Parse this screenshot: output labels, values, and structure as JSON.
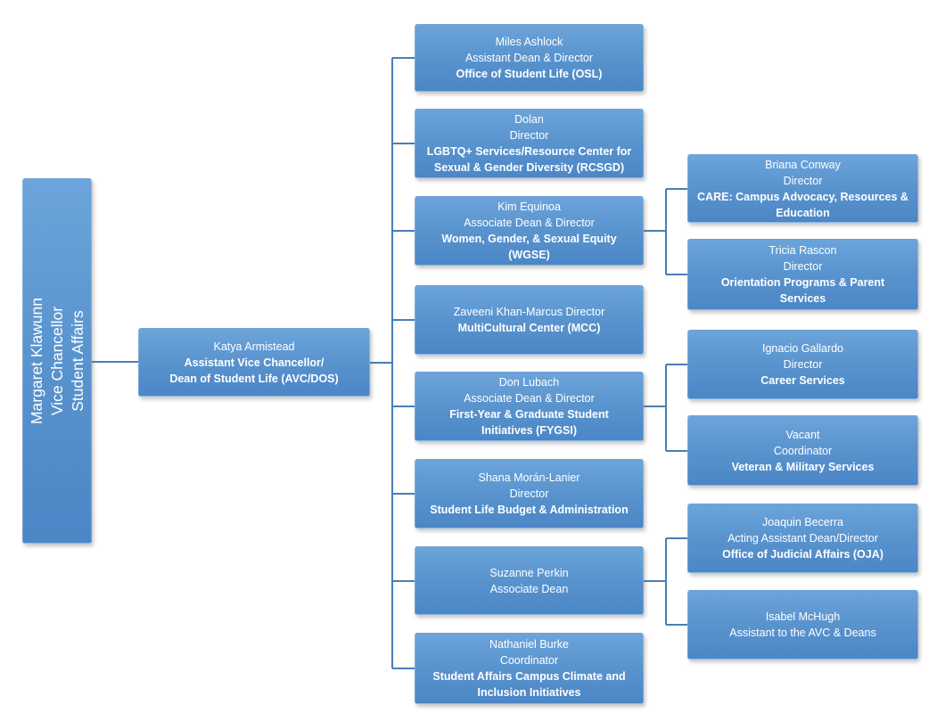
{
  "palette": {
    "background": "#ffffff",
    "box_gradient_top": "#6CA4DB",
    "box_gradient_bottom": "#4B86C6",
    "box_text": "#ffffff",
    "connector_line": "#4A7EB5"
  },
  "boxes": [
    {
      "id": "margaret",
      "lines": [
        {
          "text": "Margaret Klawunn",
          "bold": false
        },
        {
          "text": "Vice Chancellor",
          "bold": false
        },
        {
          "text": "Student Affairs",
          "bold": false
        }
      ]
    },
    {
      "id": "katya",
      "lines": [
        {
          "text": "Katya Armistead",
          "bold": false
        },
        {
          "text": "Assistant Vice Chancellor/",
          "bold": true
        },
        {
          "text": "Dean of Student Life (AVC/DOS)",
          "bold": true
        }
      ]
    },
    {
      "id": "miles",
      "lines": [
        {
          "text": "Miles Ashlock",
          "bold": false
        },
        {
          "text": "Assistant Dean & Director",
          "bold": false
        },
        {
          "text": "Office of Student Life (OSL)",
          "bold": true
        }
      ]
    },
    {
      "id": "dolan",
      "lines": [
        {
          "text": "Dolan",
          "bold": false
        },
        {
          "text": "Director",
          "bold": false
        },
        {
          "text": "LGBTQ+ Services/Resource Center for",
          "bold": true
        },
        {
          "text": "Sexual & Gender Diversity (RCSGD)",
          "bold": true
        }
      ]
    },
    {
      "id": "kim",
      "lines": [
        {
          "text": "Kim Equinoa",
          "bold": false
        },
        {
          "text": "Associate Dean & Director",
          "bold": false
        },
        {
          "text": "Women, Gender, & Sexual Equity",
          "bold": true
        },
        {
          "text": "(WGSE)",
          "bold": true
        }
      ]
    },
    {
      "id": "zaveeni",
      "lines": [
        {
          "text": "Zaveeni Khan-Marcus Director",
          "bold": false
        },
        {
          "text": "MultiCultural Center (MCC)",
          "bold": true
        }
      ]
    },
    {
      "id": "don",
      "lines": [
        {
          "text": "Don Lubach",
          "bold": false
        },
        {
          "text": "Associate Dean & Director",
          "bold": false
        },
        {
          "text": "First-Year & Graduate Student",
          "bold": true
        },
        {
          "text": "Initiatives (FYGSI)",
          "bold": true
        }
      ]
    },
    {
      "id": "shana",
      "lines": [
        {
          "text": "Shana Morán-Lanier",
          "bold": false
        },
        {
          "text": "Director",
          "bold": false
        },
        {
          "text": "Student Life Budget & Administration",
          "bold": true
        }
      ]
    },
    {
      "id": "suzanne",
      "lines": [
        {
          "text": "Suzanne Perkin",
          "bold": false
        },
        {
          "text": "Associate Dean",
          "bold": false
        }
      ]
    },
    {
      "id": "nathaniel",
      "lines": [
        {
          "text": "Nathaniel Burke",
          "bold": false
        },
        {
          "text": "Coordinator",
          "bold": false
        },
        {
          "text": "Student Affairs Campus Climate and",
          "bold": true
        },
        {
          "text": "Inclusion Initiatives",
          "bold": true
        }
      ]
    },
    {
      "id": "briana",
      "lines": [
        {
          "text": "Briana Conway",
          "bold": false
        },
        {
          "text": "Director",
          "bold": false
        },
        {
          "text": "CARE: Campus Advocacy, Resources &",
          "bold": true
        },
        {
          "text": "Education",
          "bold": true
        }
      ]
    },
    {
      "id": "tricia",
      "lines": [
        {
          "text": "Tricia Rascon",
          "bold": false
        },
        {
          "text": "Director",
          "bold": false
        },
        {
          "text": "Orientation Programs & Parent",
          "bold": true
        },
        {
          "text": "Services",
          "bold": true
        }
      ]
    },
    {
      "id": "ignacio",
      "lines": [
        {
          "text": "Ignacio Gallardo",
          "bold": false
        },
        {
          "text": "Director",
          "bold": false
        },
        {
          "text": "Career Services",
          "bold": true
        }
      ]
    },
    {
      "id": "vacant",
      "lines": [
        {
          "text": "Vacant",
          "bold": false
        },
        {
          "text": "Coordinator",
          "bold": false
        },
        {
          "text": "Veteran & Military Services",
          "bold": true
        }
      ]
    },
    {
      "id": "joaquin",
      "lines": [
        {
          "text": "Joaquin Becerra",
          "bold": false
        },
        {
          "text": "Acting Assistant Dean/Director",
          "bold": false
        },
        {
          "text": "Office of Judicial Affairs (OJA)",
          "bold": true
        }
      ]
    },
    {
      "id": "isabel",
      "lines": [
        {
          "text": "Isabel McHugh",
          "bold": false
        },
        {
          "text": "Assistant to the AVC & Deans",
          "bold": false
        }
      ]
    }
  ],
  "links": [
    {
      "from": "margaret",
      "to": [
        "katya"
      ]
    },
    {
      "from": "katya",
      "to": [
        "miles",
        "dolan",
        "kim",
        "zaveeni",
        "don",
        "shana",
        "suzanne",
        "nathaniel"
      ]
    },
    {
      "from": "kim",
      "to": [
        "briana",
        "tricia"
      ]
    },
    {
      "from": "don",
      "to": [
        "ignacio",
        "vacant"
      ]
    },
    {
      "from": "suzanne",
      "to": [
        "joaquin",
        "isabel"
      ]
    }
  ]
}
